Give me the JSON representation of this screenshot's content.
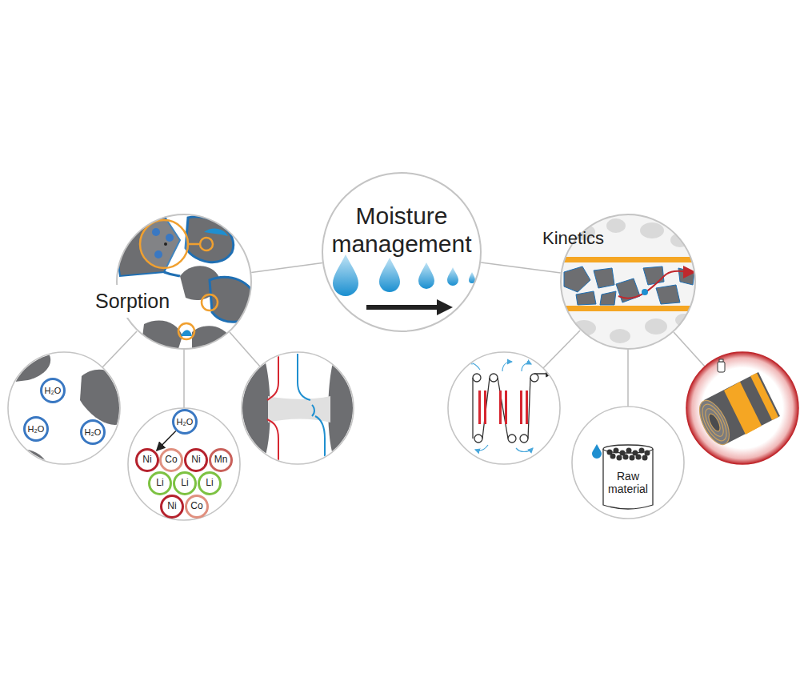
{
  "diagram": {
    "nodes": [
      {
        "text": [
          "Moisture management"
        ]
      },
      {
        "text": [
          "Sorption"
        ]
      },
      {
        "text": [
          "Kinetics"
        ]
      },
      {
        "text": [
          "H₂O"
        ]
      },
      {
        "text": [
          "H₂O"
        ]
      },
      {
        "text": [
          "H₂O"
        ]
      },
      {
        "text": [
          "H₂O"
        ]
      },
      {
        "text": [
          "Ni"
        ]
      },
      {
        "text": [
          "Co"
        ]
      },
      {
        "text": [
          "Ni"
        ]
      },
      {
        "text": [
          "Mn"
        ]
      },
      {
        "text": [
          "Li"
        ]
      },
      {
        "text": [
          "Li"
        ]
      },
      {
        "text": [
          "Li"
        ]
      },
      {
        "text": [
          "Ni"
        ]
      },
      {
        "text": [
          "Co"
        ]
      },
      {
        "text": [
          "Raw material"
        ]
      }
    ],
    "edges": [
      {
        "from": 0,
        "to": 1,
        "arrow": "none"
      },
      {
        "from": 0,
        "to": 2,
        "arrow": "none"
      },
      {
        "from": 6,
        "to": 7,
        "arrow": "to"
      }
    ]
  }
}
